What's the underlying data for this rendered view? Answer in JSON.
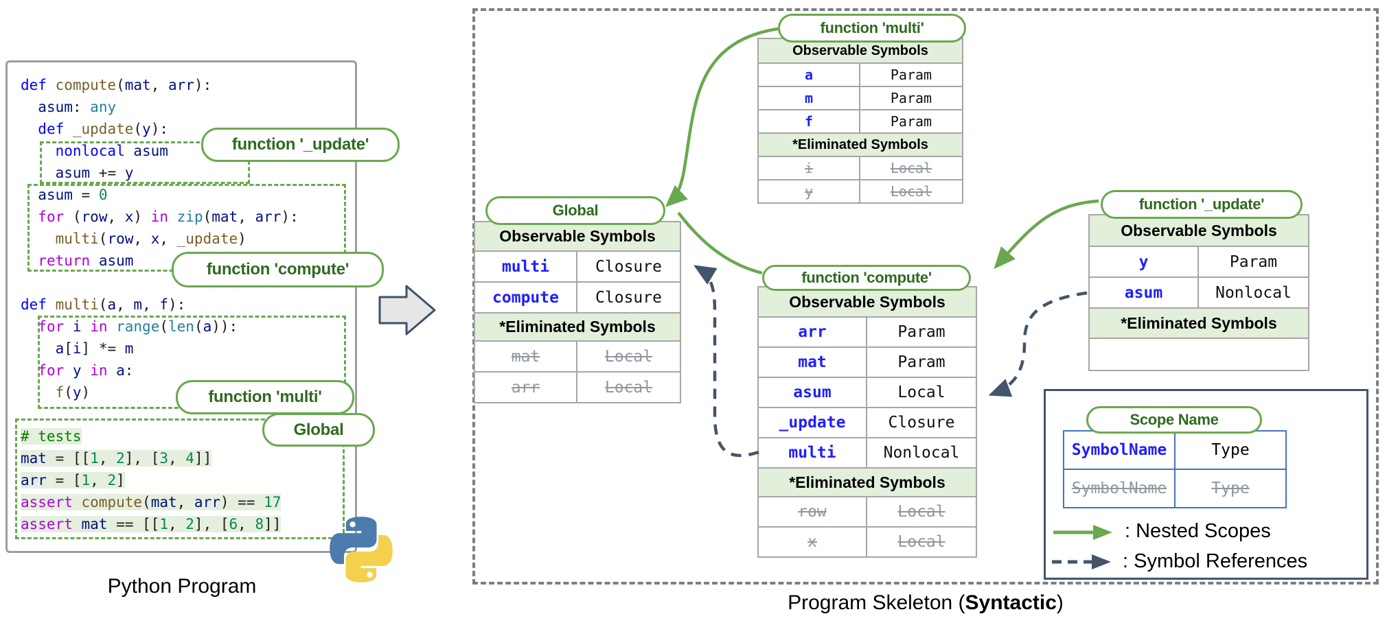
{
  "left": {
    "caption": "Python Program",
    "code": [
      {
        "hl": false,
        "tokens": [
          [
            "def ",
            "kw"
          ],
          [
            "compute",
            "fn"
          ],
          [
            "(",
            "txt"
          ],
          [
            "mat",
            "var"
          ],
          [
            ", ",
            "txt"
          ],
          [
            "arr",
            "var"
          ],
          [
            "):",
            "txt"
          ]
        ]
      },
      {
        "hl": false,
        "tokens": [
          [
            "  ",
            "txt"
          ],
          [
            "asum",
            "var"
          ],
          [
            ": ",
            "txt"
          ],
          [
            "any",
            "type"
          ]
        ]
      },
      {
        "hl": false,
        "tokens": [
          [
            "  ",
            "txt"
          ],
          [
            "def ",
            "kw"
          ],
          [
            "_update",
            "fn"
          ],
          [
            "(",
            "txt"
          ],
          [
            "y",
            "var"
          ],
          [
            "):",
            "txt"
          ]
        ]
      },
      {
        "hl": false,
        "tokens": [
          [
            "    ",
            "txt"
          ],
          [
            "nonlocal ",
            "kw"
          ],
          [
            "asum",
            "var"
          ]
        ]
      },
      {
        "hl": false,
        "tokens": [
          [
            "    ",
            "txt"
          ],
          [
            "asum",
            "var"
          ],
          [
            " += ",
            "txt"
          ],
          [
            "y",
            "var"
          ]
        ]
      },
      {
        "hl": false,
        "tokens": [
          [
            "  ",
            "txt"
          ],
          [
            "asum",
            "var"
          ],
          [
            " = ",
            "txt"
          ],
          [
            "0",
            "num"
          ]
        ]
      },
      {
        "hl": false,
        "tokens": [
          [
            "  ",
            "txt"
          ],
          [
            "for ",
            "ctrl"
          ],
          [
            "(",
            "txt"
          ],
          [
            "row",
            "var"
          ],
          [
            ", ",
            "txt"
          ],
          [
            "x",
            "var"
          ],
          [
            ") ",
            "txt"
          ],
          [
            "in ",
            "ctrl"
          ],
          [
            "zip",
            "type"
          ],
          [
            "(",
            "txt"
          ],
          [
            "mat",
            "var"
          ],
          [
            ", ",
            "txt"
          ],
          [
            "arr",
            "var"
          ],
          [
            "):",
            "txt"
          ]
        ]
      },
      {
        "hl": false,
        "tokens": [
          [
            "    ",
            "txt"
          ],
          [
            "multi",
            "fn"
          ],
          [
            "(",
            "txt"
          ],
          [
            "row",
            "var"
          ],
          [
            ", ",
            "txt"
          ],
          [
            "x",
            "var"
          ],
          [
            ", ",
            "txt"
          ],
          [
            "_update",
            "fn"
          ],
          [
            ")",
            "txt"
          ]
        ]
      },
      {
        "hl": false,
        "tokens": [
          [
            "  ",
            "txt"
          ],
          [
            "return ",
            "ctrl"
          ],
          [
            "asum",
            "var"
          ]
        ]
      },
      {
        "hl": false,
        "tokens": [
          [
            "",
            "txt"
          ]
        ]
      },
      {
        "hl": false,
        "tokens": [
          [
            "def ",
            "kw"
          ],
          [
            "multi",
            "fn"
          ],
          [
            "(",
            "txt"
          ],
          [
            "a",
            "var"
          ],
          [
            ", ",
            "txt"
          ],
          [
            "m",
            "var"
          ],
          [
            ", ",
            "txt"
          ],
          [
            "f",
            "var"
          ],
          [
            "):",
            "txt"
          ]
        ]
      },
      {
        "hl": false,
        "tokens": [
          [
            "  ",
            "txt"
          ],
          [
            "for ",
            "ctrl"
          ],
          [
            "i",
            "var"
          ],
          [
            " ",
            "txt"
          ],
          [
            "in ",
            "ctrl"
          ],
          [
            "range",
            "type"
          ],
          [
            "(",
            "txt"
          ],
          [
            "len",
            "type"
          ],
          [
            "(",
            "txt"
          ],
          [
            "a",
            "var"
          ],
          [
            ")):",
            "txt"
          ]
        ]
      },
      {
        "hl": false,
        "tokens": [
          [
            "    ",
            "txt"
          ],
          [
            "a",
            "var"
          ],
          [
            "[",
            "txt"
          ],
          [
            "i",
            "var"
          ],
          [
            "] *= ",
            "txt"
          ],
          [
            "m",
            "var"
          ]
        ]
      },
      {
        "hl": false,
        "tokens": [
          [
            "  ",
            "txt"
          ],
          [
            "for ",
            "ctrl"
          ],
          [
            "y",
            "var"
          ],
          [
            " ",
            "txt"
          ],
          [
            "in ",
            "ctrl"
          ],
          [
            "a",
            "var"
          ],
          [
            ":",
            "txt"
          ]
        ]
      },
      {
        "hl": false,
        "tokens": [
          [
            "    ",
            "txt"
          ],
          [
            "f",
            "fn"
          ],
          [
            "(",
            "txt"
          ],
          [
            "y",
            "var"
          ],
          [
            ")",
            "txt"
          ]
        ]
      },
      {
        "hl": false,
        "tokens": [
          [
            "",
            "txt"
          ]
        ]
      },
      {
        "hl": true,
        "tokens": [
          [
            "# tests",
            "com"
          ]
        ]
      },
      {
        "hl": true,
        "tokens": [
          [
            "mat",
            "var"
          ],
          [
            " = [[",
            "txt"
          ],
          [
            "1",
            "num"
          ],
          [
            ", ",
            "txt"
          ],
          [
            "2",
            "num"
          ],
          [
            "], [",
            "txt"
          ],
          [
            "3",
            "num"
          ],
          [
            ", ",
            "txt"
          ],
          [
            "4",
            "num"
          ],
          [
            "]]",
            "txt"
          ]
        ]
      },
      {
        "hl": true,
        "tokens": [
          [
            "arr",
            "var"
          ],
          [
            " = [",
            "txt"
          ],
          [
            "1",
            "num"
          ],
          [
            ", ",
            "txt"
          ],
          [
            "2",
            "num"
          ],
          [
            "]",
            "txt"
          ]
        ]
      },
      {
        "hl": true,
        "tokens": [
          [
            "assert ",
            "ctrl"
          ],
          [
            "compute",
            "fn"
          ],
          [
            "(",
            "txt"
          ],
          [
            "mat",
            "var"
          ],
          [
            ", ",
            "txt"
          ],
          [
            "arr",
            "var"
          ],
          [
            ") == ",
            "txt"
          ],
          [
            "17",
            "num"
          ]
        ]
      },
      {
        "hl": true,
        "tokens": [
          [
            "assert ",
            "ctrl"
          ],
          [
            "mat",
            "var"
          ],
          [
            " == [[",
            "txt"
          ],
          [
            "1",
            "num"
          ],
          [
            ", ",
            "txt"
          ],
          [
            "2",
            "num"
          ],
          [
            "], [",
            "txt"
          ],
          [
            "6",
            "num"
          ],
          [
            ", ",
            "txt"
          ],
          [
            "8",
            "num"
          ],
          [
            "]]",
            "txt"
          ]
        ]
      }
    ],
    "scope_pills": {
      "update": "function '_update'",
      "compute": "function 'compute'",
      "multi": "function 'multi'",
      "global": "Global"
    }
  },
  "table_headers": {
    "observable": "Observable Symbols",
    "eliminated": "*Eliminated Symbols"
  },
  "tables": {
    "multi": {
      "title": "function 'multi'",
      "observable": [
        {
          "name": "a",
          "type": "Param"
        },
        {
          "name": "m",
          "type": "Param"
        },
        {
          "name": "f",
          "type": "Param"
        }
      ],
      "eliminated": [
        {
          "name": "i",
          "type": "Local"
        },
        {
          "name": "y",
          "type": "Local"
        }
      ]
    },
    "global": {
      "title": "Global",
      "observable": [
        {
          "name": "multi",
          "type": "Closure"
        },
        {
          "name": "compute",
          "type": "Closure"
        }
      ],
      "eliminated": [
        {
          "name": "mat",
          "type": "Local"
        },
        {
          "name": "arr",
          "type": "Local"
        }
      ]
    },
    "compute": {
      "title": "function 'compute'",
      "observable": [
        {
          "name": "arr",
          "type": "Param"
        },
        {
          "name": "mat",
          "type": "Param"
        },
        {
          "name": "asum",
          "type": "Local"
        },
        {
          "name": "_update",
          "type": "Closure"
        },
        {
          "name": "multi",
          "type": "Nonlocal"
        }
      ],
      "eliminated": [
        {
          "name": "row",
          "type": "Local"
        },
        {
          "name": "x",
          "type": "Local"
        }
      ]
    },
    "update": {
      "title": "function '_update'",
      "observable": [
        {
          "name": "y",
          "type": "Param"
        },
        {
          "name": "asum",
          "type": "Nonlocal"
        }
      ],
      "eliminated": []
    }
  },
  "legend": {
    "scope_pill": "Scope Name",
    "symbol_name": "SymbolName",
    "type": "Type",
    "nested_label": ": Nested Scopes",
    "refs_label": ": Symbol References"
  },
  "right_caption_prefix": "Program Skeleton (",
  "right_caption_bold": "Syntactic",
  "right_caption_suffix": ")",
  "colors": {
    "scope_green": "#6aa84f",
    "pill_text_green": "#2e6b1f",
    "table_header_bg": "#e2efda",
    "code_highlight_bg": "#e5efdd",
    "symbol_blue": "#1f1fff",
    "eliminated_gray": "#8f979e",
    "reference_slate": "#44546a",
    "panel_dash_gray": "#7f7f7f",
    "legend_table_blue": "#4472c4",
    "python_logo_blue": "#4b7cac",
    "python_logo_yellow": "#f3d14e"
  }
}
